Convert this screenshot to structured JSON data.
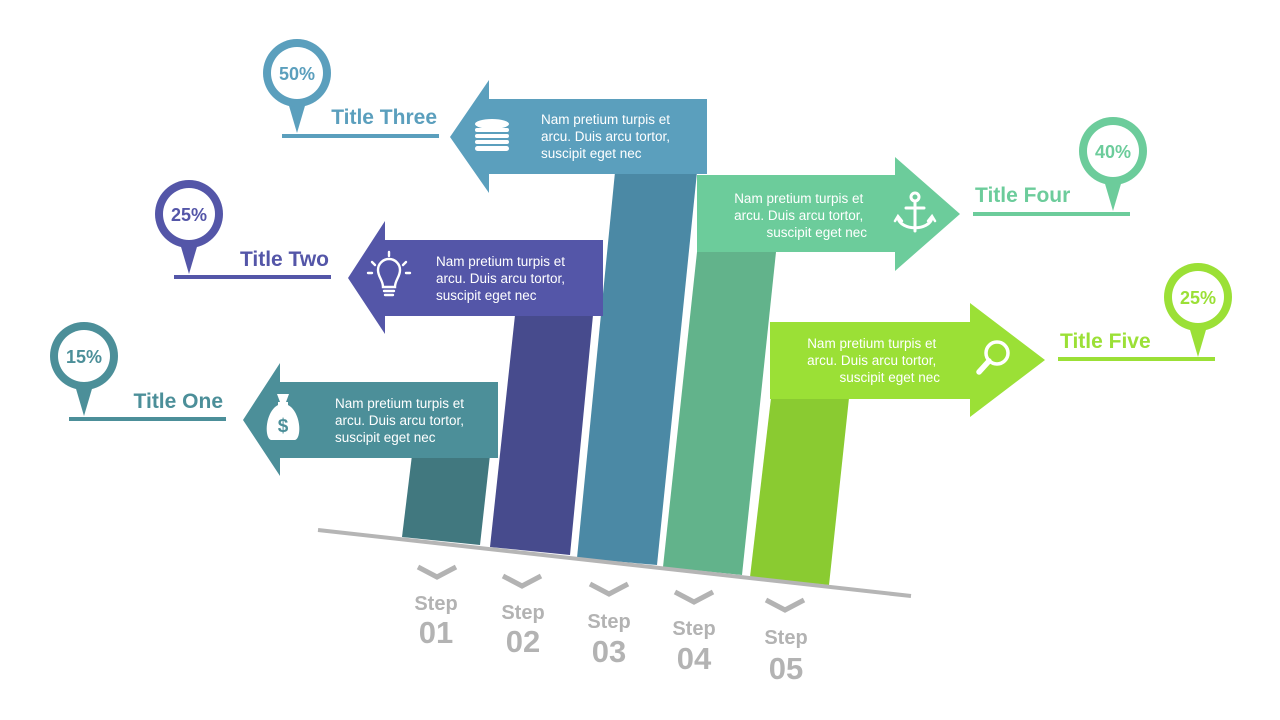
{
  "colors": {
    "one": "#4c8f99",
    "one_dark": "#41787f",
    "two": "#5456a8",
    "two_dark": "#474b8d",
    "three": "#5b9fbd",
    "three_dark": "#4b89a5",
    "four": "#6ccc9b",
    "four_dark": "#62b38b",
    "five": "#9be036",
    "five_dark": "#8acb31",
    "steps": "#b3b3b3"
  },
  "items": [
    {
      "title": "Title One",
      "percent": "15%",
      "text": [
        "Nam pretium turpis et",
        "arcu. Duis arcu tortor,",
        "suscipit eget nec"
      ],
      "icon": "money-bag-icon",
      "step_word": "Step",
      "step_num": "01",
      "level": 0.15
    },
    {
      "title": "Title Two",
      "percent": "25%",
      "text": [
        "Nam pretium turpis et",
        "arcu. Duis arcu tortor,",
        "suscipit eget nec"
      ],
      "icon": "lightbulb-icon",
      "step_word": "Step",
      "step_num": "02",
      "level": 0.25
    },
    {
      "title": "Title Three",
      "percent": "50%",
      "text": [
        "Nam pretium turpis et",
        "arcu. Duis arcu tortor,",
        "suscipit eget nec"
      ],
      "icon": "coin-stack-icon",
      "step_word": "Step",
      "step_num": "03",
      "level": 0.5
    },
    {
      "title": "Title Four",
      "percent": "40%",
      "text": [
        "Nam pretium turpis et",
        "arcu. Duis arcu tortor,",
        "suscipit eget nec"
      ],
      "icon": "anchor-icon",
      "step_word": "Step",
      "step_num": "04",
      "level": 0.4
    },
    {
      "title": "Title Five",
      "percent": "25%",
      "text": [
        "Nam pretium turpis et",
        "arcu. Duis arcu tortor,",
        "suscipit eget nec"
      ],
      "icon": "magnifier-icon",
      "step_word": "Step",
      "step_num": "05",
      "level": 0.25
    }
  ]
}
